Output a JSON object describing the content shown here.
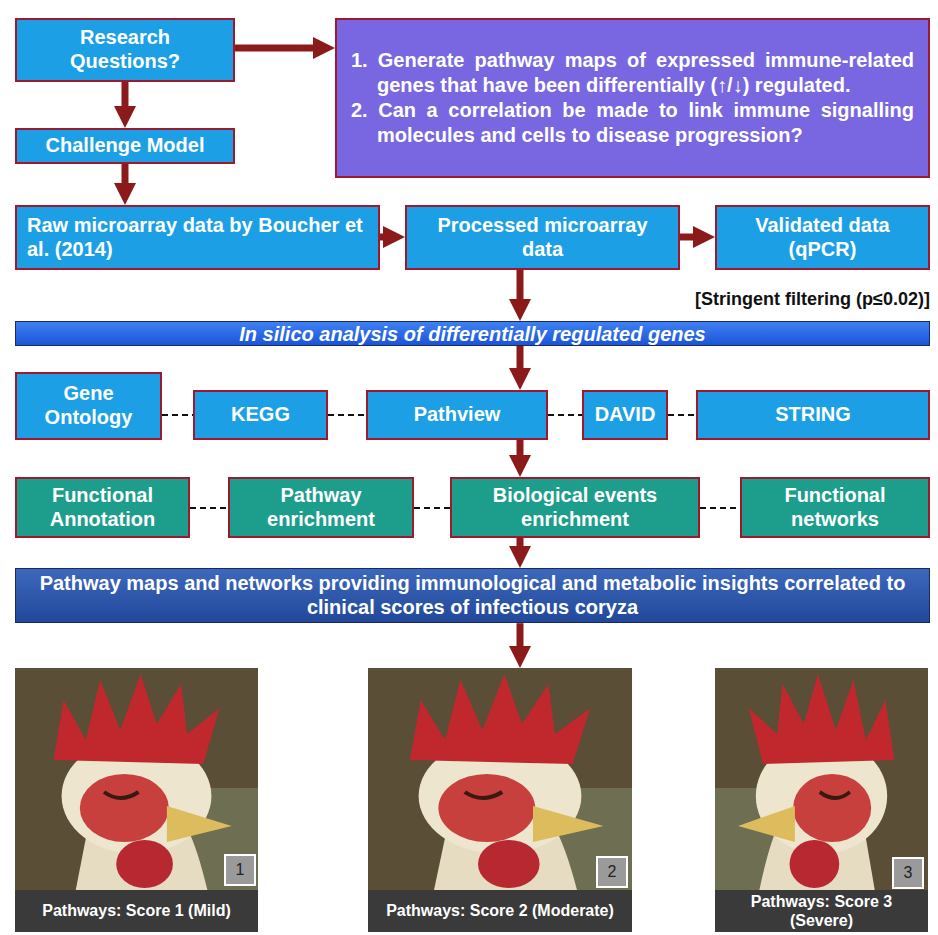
{
  "diagram": {
    "nodes": [
      {
        "text": [
          "Research Questions?"
        ]
      },
      {
        "text": [
          "1. Generate pathway maps of expressed immune-related genes that have been differentially (↑/↓) regulated.",
          "2. Can a correlation be made to link immune signalling molecules and cells to disease progression?"
        ]
      },
      {
        "text": [
          "Challenge Model"
        ]
      },
      {
        "text": [
          "Raw microarray data by Boucher et al. (2014)"
        ]
      },
      {
        "text": [
          "Processed microarray data"
        ]
      },
      {
        "text": [
          "Validated data (qPCR)"
        ]
      },
      {
        "text": [
          "In silico analysis of differentially regulated genes"
        ]
      },
      {
        "text": [
          "Gene Ontology"
        ]
      },
      {
        "text": [
          "KEGG"
        ]
      },
      {
        "text": [
          "Pathview"
        ]
      },
      {
        "text": [
          "DAVID"
        ]
      },
      {
        "text": [
          "STRING"
        ]
      },
      {
        "text": [
          "Functional Annotation"
        ]
      },
      {
        "text": [
          "Pathway enrichment"
        ]
      },
      {
        "text": [
          "Biological events enrichment"
        ]
      },
      {
        "text": [
          "Functional networks"
        ]
      },
      {
        "text": [
          "Pathway maps and networks providing immunological and metabolic insights correlated to clinical scores of infectious coryza"
        ]
      },
      {
        "text": [
          "Pathways: Score 1 (Mild)"
        ]
      },
      {
        "text": [
          "Pathways: Score 2 (Moderate)"
        ]
      },
      {
        "text": [
          "Pathways: Score 3 (Severe)"
        ]
      }
    ],
    "edges": [
      {
        "from": 0,
        "to": 1,
        "arrow": "to"
      },
      {
        "from": 0,
        "to": 2,
        "arrow": "to"
      },
      {
        "from": 2,
        "to": 3,
        "arrow": "to"
      },
      {
        "from": 3,
        "to": 4,
        "arrow": "to"
      },
      {
        "from": 4,
        "to": 5,
        "arrow": "to"
      },
      {
        "from": 4,
        "to": 6,
        "arrow": "to"
      },
      {
        "from": 6,
        "to": 9,
        "arrow": "to"
      },
      {
        "from": 7,
        "to": 8,
        "arrow": "none"
      },
      {
        "from": 8,
        "to": 9,
        "arrow": "none"
      },
      {
        "from": 9,
        "to": 10,
        "arrow": "none"
      },
      {
        "from": 10,
        "to": 11,
        "arrow": "none"
      },
      {
        "from": 9,
        "to": 14,
        "arrow": "to"
      },
      {
        "from": 12,
        "to": 13,
        "arrow": "none"
      },
      {
        "from": 13,
        "to": 14,
        "arrow": "none"
      },
      {
        "from": 14,
        "to": 15,
        "arrow": "none"
      },
      {
        "from": 14,
        "to": 16,
        "arrow": "to"
      },
      {
        "from": 16,
        "to": 18,
        "arrow": "to"
      }
    ],
    "labels": [
      "[Stringent filtering (p≤0.02)]",
      "1",
      "2",
      "3"
    ]
  }
}
